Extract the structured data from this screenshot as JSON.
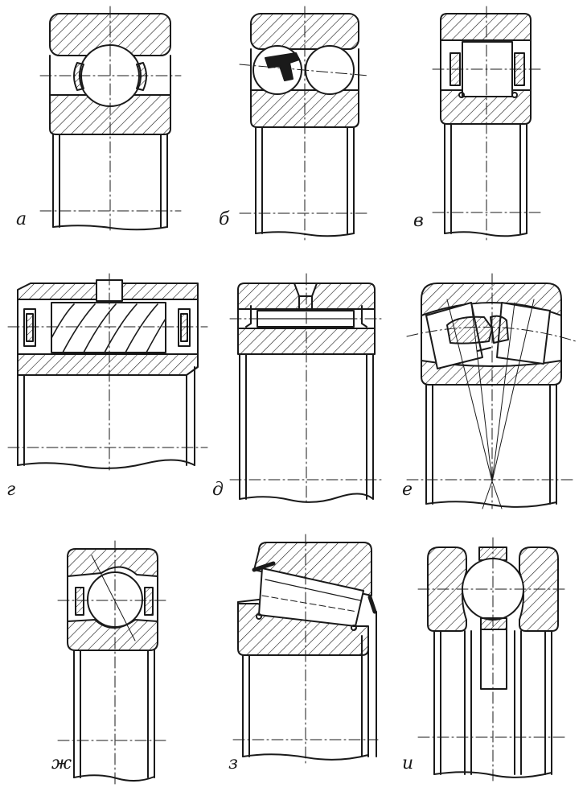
{
  "figure": {
    "ink_color": "#1a1a1a",
    "background": "#ffffff",
    "labels": {
      "a": "а",
      "b": "б",
      "v": "в",
      "g": "г",
      "d": "д",
      "e": "е",
      "zh": "ж",
      "z": "з",
      "i": "и"
    }
  }
}
